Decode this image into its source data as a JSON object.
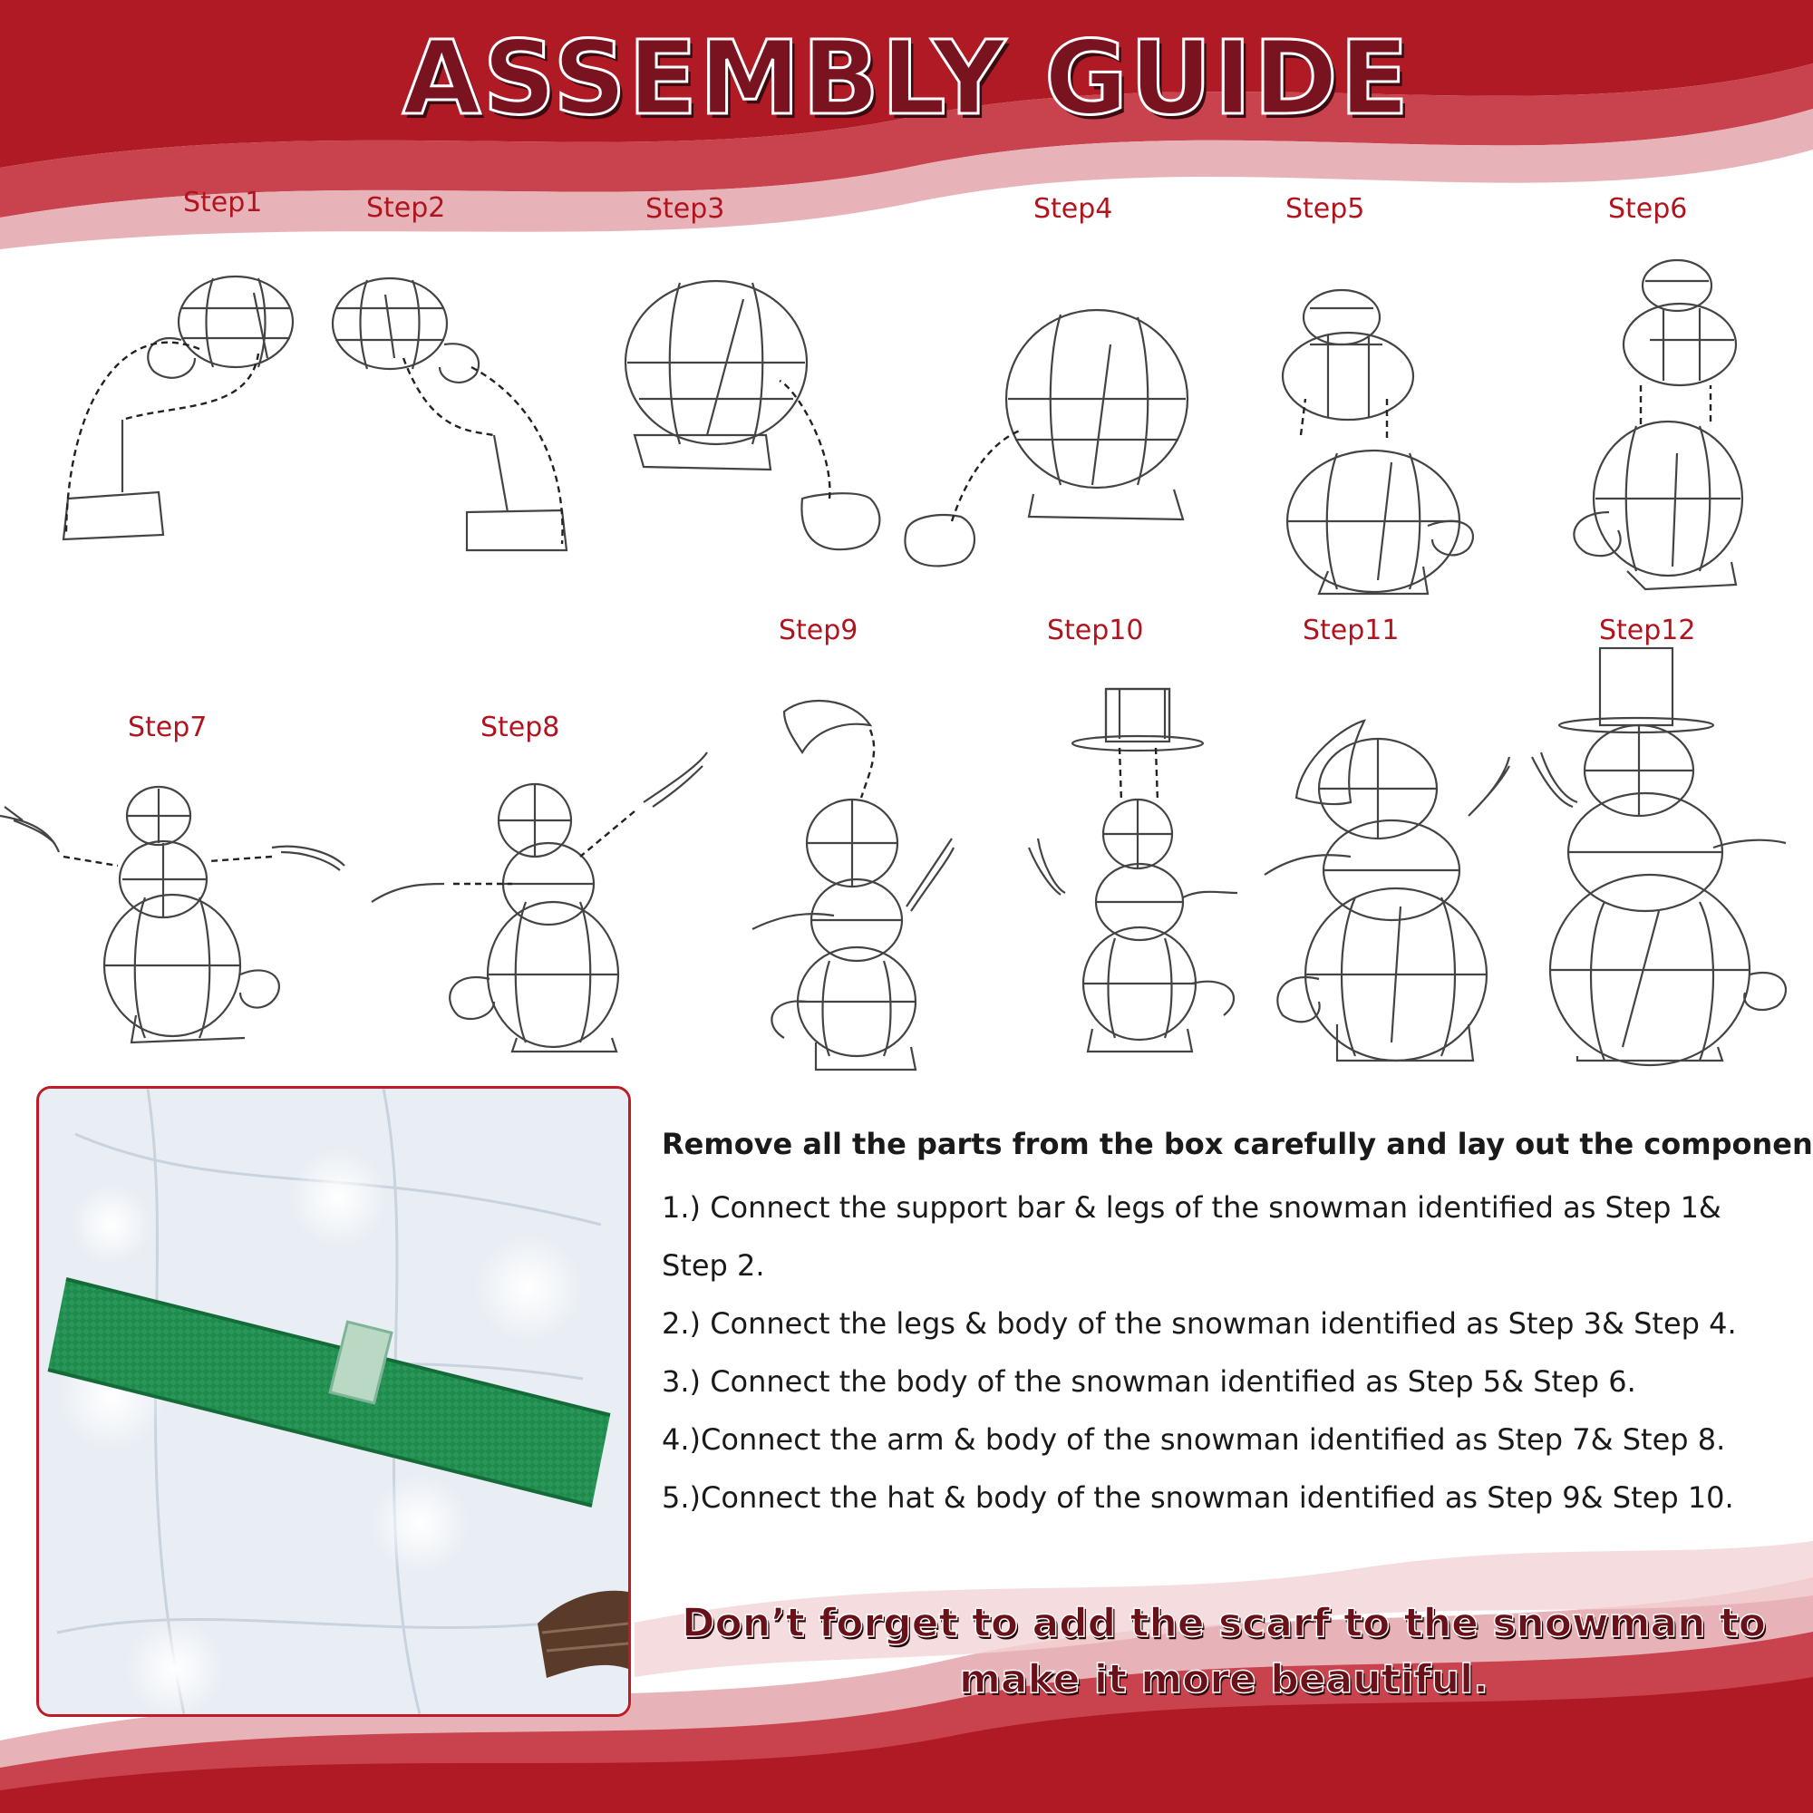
{
  "title": "ASSEMBLY GUIDE",
  "steps": [
    "Step1",
    "Step2",
    "Step3",
    "Step4",
    "Step5",
    "Step6",
    "Step7",
    "Step8",
    "Step9",
    "Step10",
    "Step11",
    "Step12"
  ],
  "instructions": {
    "heading": "Remove all the parts from the box carefully and lay out the components",
    "lines": [
      "1.) Connect the support bar & legs of the snowman identified as Step 1&",
      "Step 2.",
      "2.) Connect the legs & body of the snowman identified as Step 3& Step 4.",
      "3.) Connect the body of the snowman identified as Step 5& Step 6.",
      "4.)Connect the arm & body of the snowman identified as Step 7& Step 8.",
      "5.)Connect the hat & body of the snowman identified as Step 9& Step 10."
    ]
  },
  "reminder": {
    "line1": "Don’t forget to add the scarf to the snowman to",
    "line2": "make it more beautiful."
  },
  "colors": {
    "brand_red": "#b01a24",
    "dark_red": "#7a1320",
    "pink": "#e3a9ae",
    "step_label": "#b0141e",
    "scarf_green": "#1f8a4c"
  }
}
